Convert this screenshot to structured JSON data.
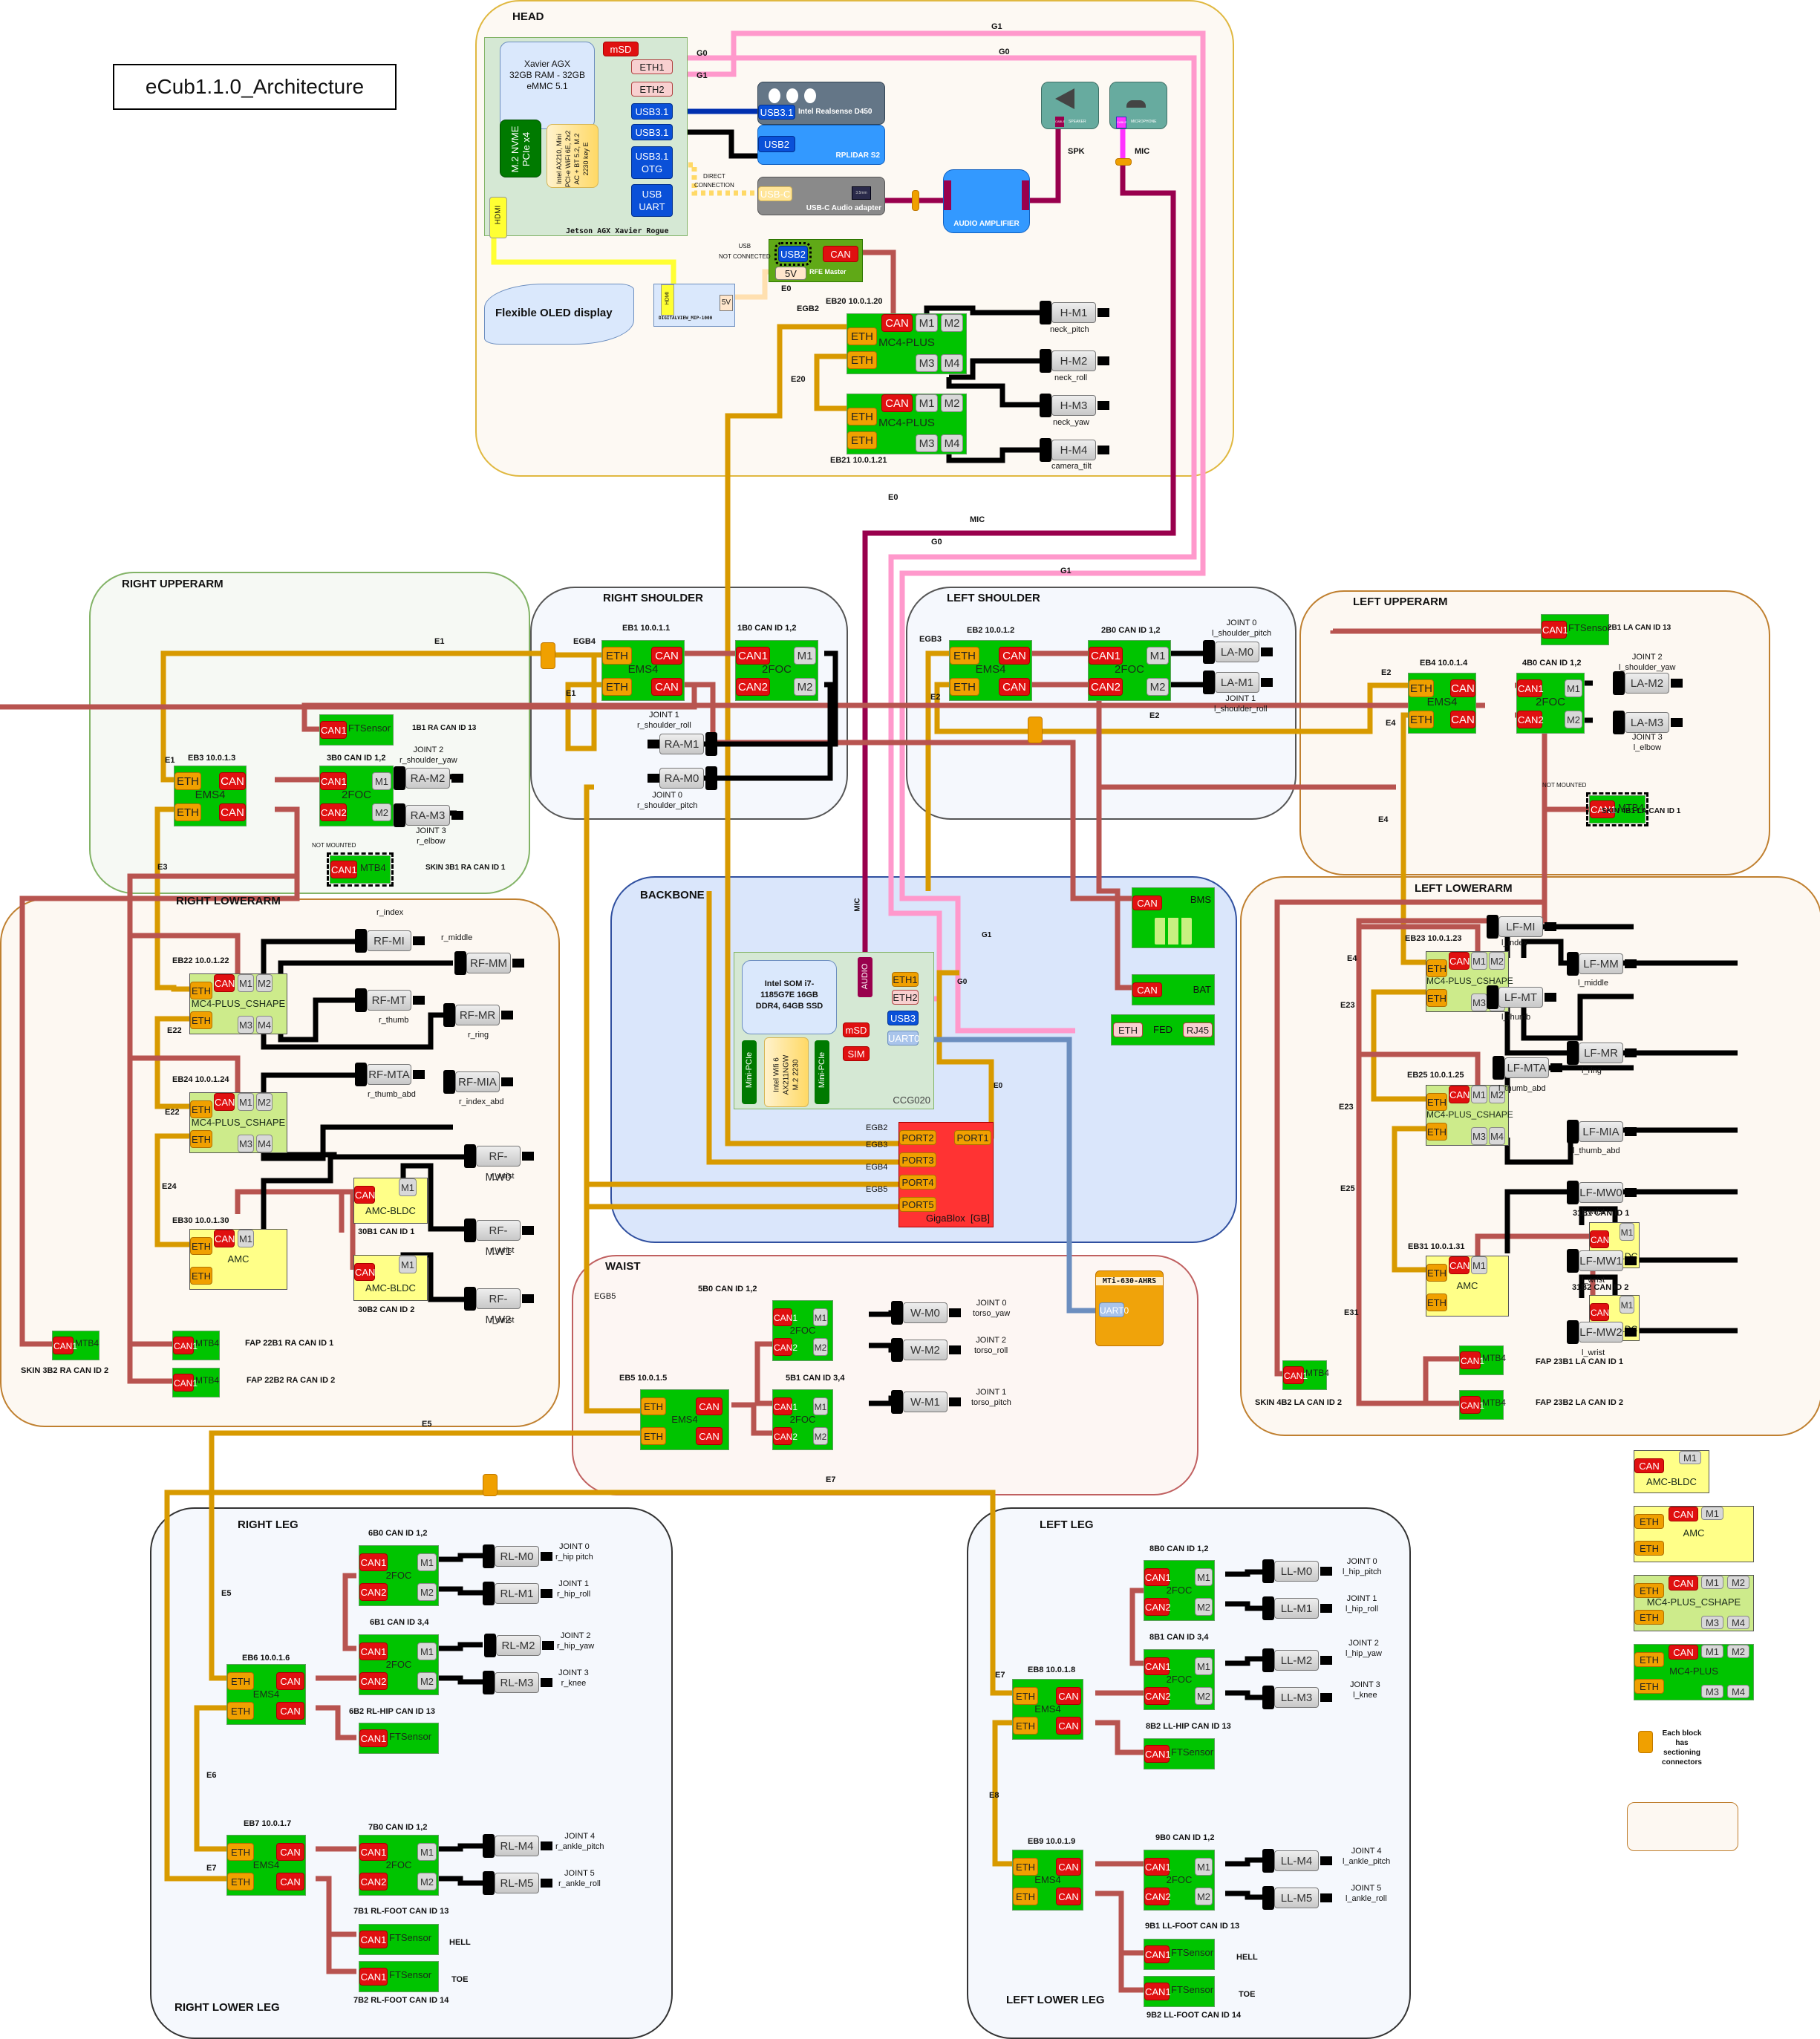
{
  "title": "eCub1.1.0_Architecture",
  "colors": {
    "ethernet": "#d89a00",
    "can": "#b85450",
    "motor_wire": "#000000",
    "gigabit": "#ff99cc",
    "mic_audio": "#99004d",
    "uart": "#6c8ebf",
    "usb": "#0040c0",
    "hdmi": "#ffff33",
    "board_green": "#00c400",
    "board_cshape": "#cdeb8b",
    "board_amc": "#ffff88",
    "port_can": "#e01010",
    "port_eth": "#f0a000"
  },
  "wire_labels": {
    "g0_top": "G0",
    "g1_top": "G1",
    "g0_eth1": "G0",
    "g1_eth2": "G1",
    "e0_head": "E0",
    "egb2": "EGB2",
    "e20": "E20",
    "e0_mid": "E0",
    "mic_mid": "MIC",
    "g0_mid": "G0",
    "g1_mid": "G1",
    "e1_a": "E1",
    "e1_b": "E1",
    "e1_c": "E1",
    "egb4": "EGB4",
    "egb3": "EGB3",
    "e2_a": "E2",
    "e2_b": "E2",
    "e2_c": "E2",
    "e3": "E3",
    "e4_a": "E4",
    "e4_b": "E4",
    "e4_c": "E4",
    "e22_a": "E22",
    "e22_b": "E22",
    "e24": "E24",
    "e23_a": "E23",
    "e23_b": "E23",
    "e25": "E25",
    "e31": "E31",
    "mic_bb": "MIC",
    "g1_bb": "G1",
    "g0_bb": "G0",
    "e0_bb": "E0",
    "egb2_gb": "EGB2",
    "egb3_gb": "EGB3",
    "egb4_gb": "EGB4",
    "egb5_gb": "EGB5",
    "egb5_waist": "EGB5",
    "e5": "E5",
    "e7": "E7",
    "e5_leg": "E5",
    "e6": "E6",
    "e7_rl": "E7",
    "e7_ll": "E7",
    "e8": "E8"
  },
  "head": {
    "title": "HEAD",
    "jetson": {
      "name": "Jetson AGX Xavier Rogue",
      "cpu": "Xavier AGX\n32GB RAM - 32GB\neMMC 5.1",
      "nvme": "M.2 NVME PCIe x4",
      "wifi": "Intel AX210, Mini PCI-e WiFi 6E, 2x2 AC + BT 5.2, M.2 2230 key E",
      "hdmi": "HDMI",
      "ports": {
        "msd": "mSD",
        "eth1": "ETH1",
        "eth2": "ETH2",
        "usb31_a": "USB3.1",
        "usb31_b": "USB3.1",
        "usb31_otg": "USB3.1\nOTG",
        "usb_uart": "USB\nUART"
      }
    },
    "realsense": {
      "name": "Intel Realsense D450",
      "port": "USB3.1"
    },
    "rplidar": {
      "name": "RPLIDAR S2",
      "port": "USB2"
    },
    "usbc_audio": {
      "name": "USB-C Audio adapter",
      "port": "USB-C",
      "jack": "3.5mm"
    },
    "direct_connection": "DIRECT\nCONNECTION",
    "amplifier": {
      "name": "AUDIO AMPLIFIER",
      "conn_label": "CONNECTOR"
    },
    "speaker": {
      "name": "SPEAKER",
      "cable": "CABLE",
      "label": "SPK"
    },
    "microphone": {
      "name": "MICROPHONE",
      "cable": "CABLE",
      "label": "MIC"
    },
    "rfe": {
      "name": "RFE Master",
      "usb": "USB2",
      "can": "CAN",
      "power": "5V",
      "usb_note": "USB\nNOT CONNECTED"
    },
    "oled": {
      "name": "Flexible OLED display"
    },
    "digitalview": {
      "name": "DIGITALVIEW_MIP-1000",
      "hdmi": "HDMI",
      "power": "5V"
    },
    "eb20": {
      "label": "EB20 10.0.1.20",
      "type": "MC4-PLUS"
    },
    "eb21": {
      "label": "EB21 10.0.1.21",
      "type": "MC4-PLUS"
    },
    "motors": [
      {
        "id": "H-M1",
        "joint": "neck_pitch"
      },
      {
        "id": "H-M2",
        "joint": "neck_roll"
      },
      {
        "id": "H-M3",
        "joint": "neck_yaw"
      },
      {
        "id": "H-M4",
        "joint": "camera_tilt"
      }
    ]
  },
  "right_shoulder": {
    "title": "RIGHT SHOULDER",
    "ems": {
      "label": "EB1 10.0.1.1",
      "type": "EMS4"
    },
    "foc": {
      "label": "1B0 CAN ID 1,2",
      "type": "2FOC"
    },
    "motors": [
      {
        "id": "RA-M1",
        "joint": "JOINT 1\nr_shoulder_roll"
      },
      {
        "id": "RA-M0",
        "joint": "JOINT 0\nr_shoulder_pitch"
      }
    ]
  },
  "left_shoulder": {
    "title": "LEFT SHOULDER",
    "ems": {
      "label": "EB2 10.0.1.2",
      "type": "EMS4"
    },
    "foc": {
      "label": "2B0 CAN ID 1,2",
      "type": "2FOC"
    },
    "motors": [
      {
        "id": "LA-M0",
        "joint": "JOINT 0\nl_shoulder_pitch"
      },
      {
        "id": "LA-M1",
        "joint": "JOINT 1\nl_shoulder_roll"
      }
    ]
  },
  "right_upperarm": {
    "title": "RIGHT UPPERARM",
    "ems": {
      "label": "EB3 10.0.1.3",
      "type": "EMS4"
    },
    "foc": {
      "label": "3B0 CAN ID 1,2",
      "type": "2FOC"
    },
    "ftsensor": {
      "type": "FTSensor",
      "label": "1B1 RA CAN ID 13"
    },
    "skin": {
      "type": "MTB4",
      "label": "SKIN 3B1 RA CAN ID 1",
      "note": "NOT MOUNTED"
    },
    "motors": [
      {
        "id": "RA-M2",
        "joint": "JOINT 2\nr_shoulder_yaw"
      },
      {
        "id": "RA-M3",
        "joint": "JOINT 3\nr_elbow"
      }
    ]
  },
  "left_upperarm": {
    "title": "LEFT UPPERARM",
    "ems": {
      "label": "EB4 10.0.1.4",
      "type": "EMS4"
    },
    "foc": {
      "label": "4B0 CAN ID 1,2",
      "type": "2FOC"
    },
    "ftsensor": {
      "type": "FTSensor",
      "label": "2B1 LA CAN ID 13"
    },
    "skin": {
      "type": "MTB4",
      "label": "SKIN 4B1 LA CAN ID 1",
      "note": "NOT MOUNTED"
    },
    "motors": [
      {
        "id": "LA-M2",
        "joint": "JOINT 2\nl_shoulder_yaw"
      },
      {
        "id": "LA-M3",
        "joint": "JOINT 3\nl_elbow"
      }
    ]
  },
  "right_lowerarm": {
    "title": "RIGHT LOWERARM",
    "eb22": {
      "label": "EB22 10.0.1.22",
      "type": "MC4-PLUS_CSHAPE"
    },
    "eb24": {
      "label": "EB24 10.0.1.24",
      "type": "MC4-PLUS_CSHAPE"
    },
    "eb30": {
      "label": "EB30 10.0.1.30",
      "type": "AMC"
    },
    "bldc1": {
      "label": "30B1 CAN ID 1",
      "type": "AMC-BLDC"
    },
    "bldc2": {
      "label": "30B2 CAN ID 2",
      "type": "AMC-BLDC"
    },
    "skin": {
      "type": "MTB4",
      "label": "SKIN 3B2 RA CAN ID 2"
    },
    "fap1": {
      "type": "MTB4",
      "label": "FAP 22B1 RA CAN ID 1"
    },
    "fap2": {
      "type": "MTB4",
      "label": "FAP 22B2 RA CAN ID 2"
    },
    "motors": [
      {
        "id": "RF-MI",
        "joint": "r_index"
      },
      {
        "id": "RF-MM",
        "joint": "r_middle"
      },
      {
        "id": "RF-MT",
        "joint": "r_thumb"
      },
      {
        "id": "RF-MR",
        "joint": "r_ring"
      },
      {
        "id": "RF-MTA",
        "joint": "r_thumb_abd"
      },
      {
        "id": "RF-MIA",
        "joint": "r_index_abd"
      },
      {
        "id": "RF-MW0",
        "joint": "r_wrist"
      },
      {
        "id": "RF-MW1",
        "joint": "r_wrist"
      },
      {
        "id": "RF-MW2",
        "joint": "r_wrist"
      }
    ]
  },
  "left_lowerarm": {
    "title": "LEFT LOWERARM",
    "eb23": {
      "label": "EB23 10.0.1.23",
      "type": "MC4-PLUS_CSHAPE"
    },
    "eb25": {
      "label": "EB25 10.0.1.25",
      "type": "MC4-PLUS_CSHAPE"
    },
    "eb31": {
      "label": "EB31 10.0.1.31",
      "type": "AMC"
    },
    "bldc1": {
      "label": "31B1 CAN ID 1",
      "type": "AMC-BLDC"
    },
    "bldc2": {
      "label": "31B2 CAN ID 2",
      "type": "AMC-BLDC"
    },
    "skin": {
      "type": "MTB4",
      "label": "SKIN 4B2 LA CAN ID 2"
    },
    "fap1": {
      "type": "MTB4",
      "label": "FAP 23B1 LA CAN ID 1"
    },
    "fap2": {
      "type": "MTB4",
      "label": "FAP 23B2 LA CAN ID 2"
    },
    "motors": [
      {
        "id": "LF-MI",
        "joint": "l_index"
      },
      {
        "id": "LF-MM",
        "joint": "l_middle"
      },
      {
        "id": "LF-MT",
        "joint": "l_thumb"
      },
      {
        "id": "LF-MR",
        "joint": "l_ring"
      },
      {
        "id": "LF-MTA",
        "joint": "l_thumb_abd"
      },
      {
        "id": "LF-MIA",
        "joint": "l_thumb_abd"
      },
      {
        "id": "LF-MW0",
        "joint": "l_wrist"
      },
      {
        "id": "LF-MW1",
        "joint": "l_wrist"
      },
      {
        "id": "LF-MW2",
        "joint": "l_wrist"
      }
    ]
  },
  "backbone": {
    "title": "BACKBONE",
    "ccg": {
      "name": "CCG020",
      "cpu": "Intel SOM i7-\n1185G7E 16GB\nDDR4, 64GB SSD",
      "wifi": "Intel Wifi 6\nAX211NGW\nM.2 2230",
      "minipcie": "Mini-PCIe",
      "ports": {
        "audio": "AUDIO",
        "eth1": "ETH1",
        "eth2": "ETH2",
        "usb3": "USB3",
        "uart0": "UART0",
        "msd": "mSD",
        "sim": "SIM"
      }
    },
    "gigablox": {
      "name": "GigaBlox  [GB]",
      "ports": [
        "PORT1",
        "PORT2",
        "PORT3",
        "PORT4",
        "PORT5"
      ]
    },
    "bms": {
      "name": "BMS",
      "port": "CAN"
    },
    "bat": {
      "name": "BAT",
      "port": "CAN"
    },
    "fed": {
      "name": "FED",
      "eth": "ETH",
      "rj45": "RJ45"
    }
  },
  "imu": {
    "name": "MTi-630-AHRS",
    "port": "UART0"
  },
  "waist": {
    "title": "WAIST",
    "ems": {
      "label": "EB5 10.0.1.5",
      "type": "EMS4"
    },
    "foc0": {
      "label": "5B0 CAN ID 1,2",
      "type": "2FOC"
    },
    "foc1": {
      "label": "5B1 CAN ID 3,4",
      "type": "2FOC"
    },
    "motors": [
      {
        "id": "W-M0",
        "joint": "JOINT 0\ntorso_yaw"
      },
      {
        "id": "W-M2",
        "joint": "JOINT 2\ntorso_roll"
      },
      {
        "id": "W-M1",
        "joint": "JOINT 1\ntorso_pitch"
      }
    ]
  },
  "right_leg": {
    "title": "RIGHT LEG",
    "lower_title": "RIGHT LOWER LEG",
    "eb6": {
      "label": "EB6 10.0.1.6",
      "type": "EMS4"
    },
    "foc0": {
      "label": "6B0 CAN  ID 1,2",
      "type": "2FOC"
    },
    "foc1": {
      "label": "6B1 CAN ID 3,4",
      "type": "2FOC"
    },
    "hip_ft": {
      "type": "FTSensor",
      "label": "6B2 RL-HIP CAN ID 13"
    },
    "eb7": {
      "label": "EB7 10.0.1.7",
      "type": "EMS4"
    },
    "foc2": {
      "label": "7B0 CAN  ID 1,2",
      "type": "2FOC"
    },
    "foot_ft1": {
      "type": "FTSensor",
      "label": "7B1 RL-FOOT CAN ID 13",
      "side": "HELL"
    },
    "foot_ft2": {
      "type": "FTSensor",
      "label": "7B2 RL-FOOT CAN ID 14",
      "side": "TOE"
    },
    "motors": [
      {
        "id": "RL-M0",
        "joint": "JOINT 0\nr_hip pitch"
      },
      {
        "id": "RL-M1",
        "joint": "JOINT 1\nr_hip_roll"
      },
      {
        "id": "RL-M2",
        "joint": "JOINT 2\nr_hip_yaw"
      },
      {
        "id": "RL-M3",
        "joint": "JOINT 3\nr_knee"
      },
      {
        "id": "RL-M4",
        "joint": "JOINT 4\nr_ankle_pitch"
      },
      {
        "id": "RL-M5",
        "joint": "JOINT 5\nr_ankle_roll"
      }
    ]
  },
  "left_leg": {
    "title": "LEFT LEG",
    "lower_title": "LEFT LOWER LEG",
    "eb8": {
      "label": "EB8 10.0.1.8",
      "type": "EMS4"
    },
    "foc0": {
      "label": "8B0 CAN ID 1,2",
      "type": "2FOC"
    },
    "foc1": {
      "label": "8B1 CAN ID 3,4",
      "type": "2FOC"
    },
    "hip_ft": {
      "type": "FTSensor",
      "label": "8B2 LL-HIP CAN ID 13"
    },
    "eb9": {
      "label": "EB9 10.0.1.9",
      "type": "EMS4"
    },
    "foc2": {
      "label": "9B0 CAN  ID 1,2",
      "type": "2FOC"
    },
    "foot_ft1": {
      "type": "FTSensor",
      "label": "9B1 LL-FOOT CAN ID 13",
      "side": "HELL"
    },
    "foot_ft2": {
      "type": "FTSensor",
      "label": "9B2 LL-FOOT CAN ID 14",
      "side": "TOE"
    },
    "motors": [
      {
        "id": "LL-M0",
        "joint": "JOINT 0\nl_hip_pitch"
      },
      {
        "id": "LL-M1",
        "joint": "JOINT 1\nl_hip_roll"
      },
      {
        "id": "LL-M2",
        "joint": "JOINT 2\nl_hip_yaw"
      },
      {
        "id": "LL-M3",
        "joint": "JOINT 3\nl_knee"
      },
      {
        "id": "LL-M4",
        "joint": "JOINT 4\nl_ankle_pitch"
      },
      {
        "id": "LL-M5",
        "joint": "JOINT 5\nl_ankle_roll"
      }
    ]
  },
  "ports": {
    "eth": "ETH",
    "can": "CAN",
    "can1": "CAN1",
    "can2": "CAN2",
    "m1": "M1",
    "m2": "M2",
    "m3": "M3",
    "m4": "M4"
  },
  "legend": {
    "amc_bldc": "AMC-BLDC",
    "amc": "AMC",
    "mc4_cshape": "MC4-PLUS_CSHAPE",
    "mc4_plus": "MC4-PLUS",
    "connector_note": "Each block\nhas\nsectioning\nconnectors"
  }
}
